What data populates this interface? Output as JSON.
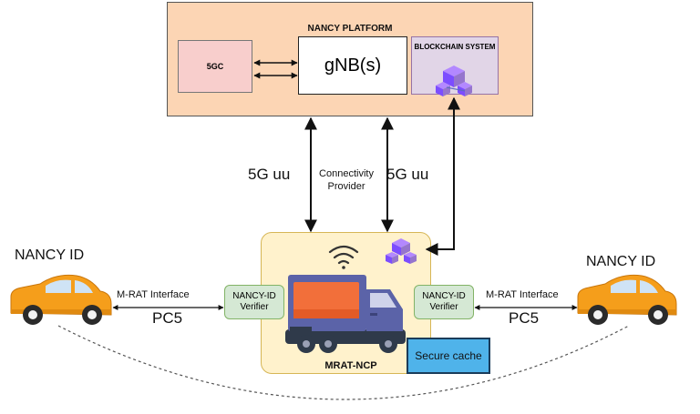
{
  "platform": {
    "title": "NANCY PLATFORM"
  },
  "core": {
    "label": "5GC"
  },
  "gnb": {
    "label": "gNB(s)"
  },
  "blockchain": {
    "label": "BLOCKCHAIN SYSTEM"
  },
  "links": {
    "uu_left": "5G uu",
    "uu_right": "5G uu",
    "connectivity_provider": "Connectivity Provider"
  },
  "ncp": {
    "label": "MRAT-NCP"
  },
  "verifier_left": {
    "label": "NANCY-ID Verifier"
  },
  "verifier_right": {
    "label": "NANCY-ID Verifier"
  },
  "cache": {
    "label": "Secure cache"
  },
  "left_vehicle": {
    "id_label": "NANCY ID",
    "interface_label": "M-RAT Interface",
    "pc5_label": "PC5"
  },
  "right_vehicle": {
    "id_label": "NANCY ID",
    "interface_label": "M-RAT Interface",
    "pc5_label": "PC5"
  },
  "colors": {
    "platform_fill": "#fcd5b4",
    "core_fill": "#f8cecc",
    "blockchain_fill": "#e1d5e7",
    "ncp_fill": "#fff2cc",
    "verifier_fill": "#d5e8d4",
    "cache_fill": "#4fb3ea",
    "car_body": "#f59e1b",
    "truck_cab": "#5b63a8",
    "truck_cargo": "#f26f3a"
  }
}
